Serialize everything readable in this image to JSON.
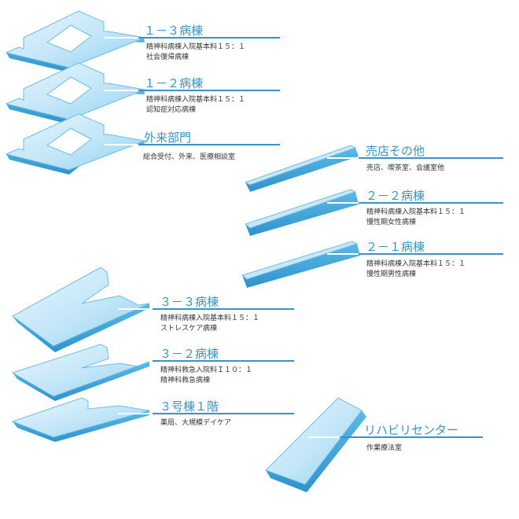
{
  "colors": {
    "slab_top_light": "#e9f6fd",
    "slab_top_dark": "#8fd0f1",
    "slab_side": "#3fa6dc",
    "slab_edge": "#5bb6e4",
    "leader_line": "#3a93c6",
    "label_text": "#3a93c6",
    "desc_text": "#333333"
  },
  "floors": [
    {
      "id": "1-3",
      "label": "１－３病棟",
      "lines": [
        "精神科病棟入院基本料１５：１",
        "社会復帰病棟"
      ]
    },
    {
      "id": "1-2",
      "label": "１－２病棟",
      "lines": [
        "精神科病棟入院基本料１５：１",
        "認知症対応病棟"
      ]
    },
    {
      "id": "outpatient",
      "label": "外来部門",
      "lines": [
        "総合受付、外来、医療相談室"
      ]
    },
    {
      "id": "shop",
      "label": "売店その他",
      "lines": [
        "売店、喫茶室、会議室他"
      ]
    },
    {
      "id": "2-2",
      "label": "２－２病棟",
      "lines": [
        "精神科病棟入院基本料１５：１",
        "慢性期女性病棟"
      ]
    },
    {
      "id": "2-1",
      "label": "２－１病棟",
      "lines": [
        "精神科病棟入院基本料１５：１",
        "慢性期男性病棟"
      ]
    },
    {
      "id": "3-3",
      "label": "３－３病棟",
      "lines": [
        "精神科病棟入院基本料１５：１",
        "ストレスケア病棟"
      ]
    },
    {
      "id": "3-2",
      "label": "３－２病棟",
      "lines": [
        "精神科救急入院料Ｉ１０：１",
        "精神科救急病棟"
      ]
    },
    {
      "id": "3-1f",
      "label": "３号棟１階",
      "lines": [
        "薬局、大規模デイケア"
      ]
    },
    {
      "id": "rehab",
      "label": "リハビリセンター",
      "lines": [
        "作業療法室"
      ]
    }
  ]
}
